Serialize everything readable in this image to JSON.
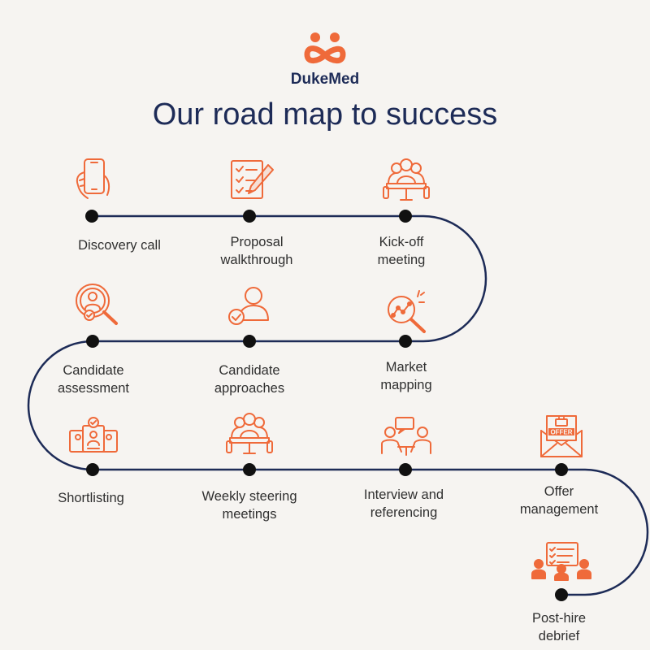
{
  "brand": {
    "name": "DukeMed"
  },
  "title": "Our road map to success",
  "steps": [
    {
      "id": "discovery-call",
      "label_lines": [
        "Discovery call"
      ],
      "icon": "phone-hand-icon"
    },
    {
      "id": "proposal-walkthrough",
      "label_lines": [
        "Proposal",
        "walkthrough"
      ],
      "icon": "document-pen-icon"
    },
    {
      "id": "kick-off-meeting",
      "label_lines": [
        "Kick-off",
        "meeting"
      ],
      "icon": "meeting-table-icon"
    },
    {
      "id": "market-mapping",
      "label_lines": [
        "Market",
        "mapping"
      ],
      "icon": "magnifier-chart-icon"
    },
    {
      "id": "candidate-approaches",
      "label_lines": [
        "Candidate",
        "approaches"
      ],
      "icon": "user-check-icon"
    },
    {
      "id": "candidate-assessment",
      "label_lines": [
        "Candidate",
        "assessment"
      ],
      "icon": "user-search-icon"
    },
    {
      "id": "shortlisting",
      "label_lines": [
        "Shortlisting"
      ],
      "icon": "profile-cards-icon"
    },
    {
      "id": "weekly-steering-meetings",
      "label_lines": [
        "Weekly steering",
        "meetings"
      ],
      "icon": "meeting-table-icon"
    },
    {
      "id": "interview-and-referencing",
      "label_lines": [
        "Interview and",
        "referencing"
      ],
      "icon": "interview-chat-icon"
    },
    {
      "id": "offer-management",
      "label_lines": [
        "Offer",
        "management"
      ],
      "icon": "offer-envelope-icon"
    },
    {
      "id": "post-hire-debrief",
      "label_lines": [
        "Post-hire",
        "debrief"
      ],
      "icon": "checklist-team-icon"
    }
  ],
  "colors": {
    "background": "#f6f4f1",
    "accent": "#ef6a3a",
    "navy": "#1d2b57",
    "node": "#111111",
    "text": "#2f2f2f"
  }
}
